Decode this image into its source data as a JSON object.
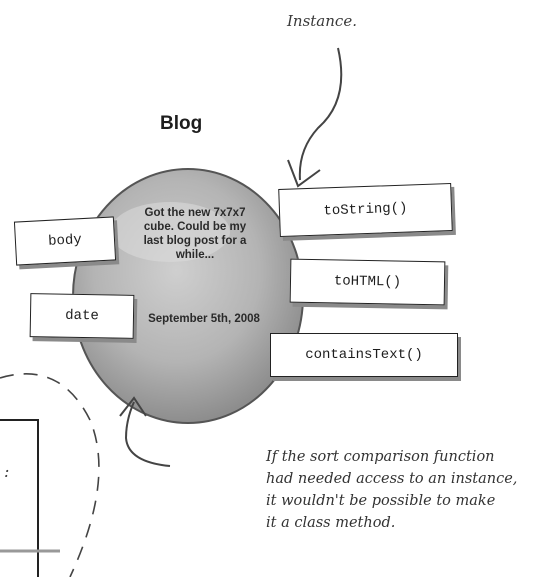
{
  "annotation_top": "Instance.",
  "object": {
    "title": "Blog",
    "body_lines": [
      "Got the new 7x7x7",
      "cube. Could be my",
      "last blog post for a",
      "while..."
    ],
    "date_text": "September 5th, 2008"
  },
  "properties": [
    "body",
    "date"
  ],
  "methods": [
    "toString()",
    "toHTML()",
    "containsText()"
  ],
  "note_lines": [
    "If the sort comparison function",
    "had needed access to an instance,",
    "it wouldn't be possible to make",
    "it a class method."
  ],
  "edge_text": ":"
}
